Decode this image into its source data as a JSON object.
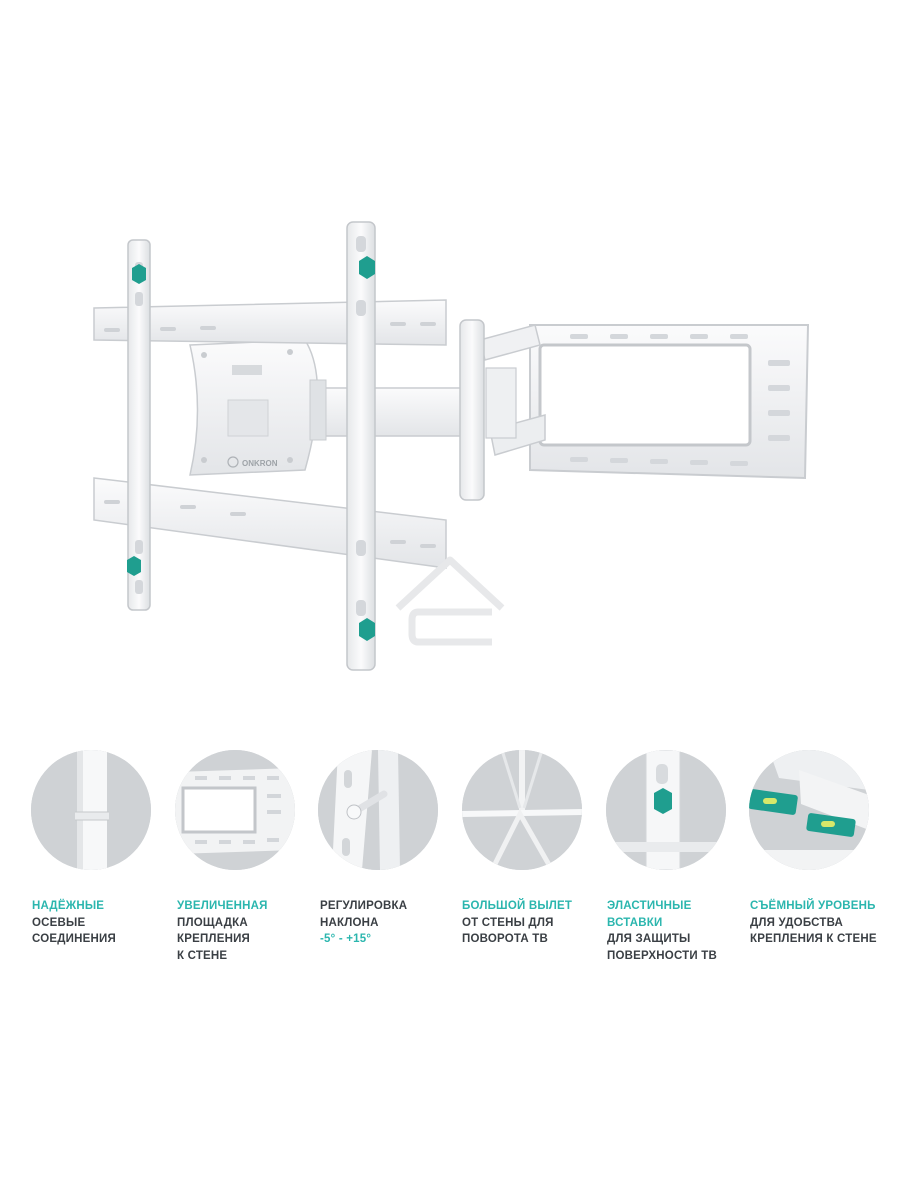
{
  "colors": {
    "accent": "#2bb6ae",
    "text": "#3a3f44",
    "circle_bg": "#cfd2d5",
    "bracket": "#f4f5f6",
    "bracket_edge": "#c9ccd0",
    "insert": "#1f9e8f"
  },
  "hero": {
    "brand": "ONKRON",
    "watermark_icon": "house-watermark-icon"
  },
  "features": [
    {
      "icon": "pivot-joint-closeup",
      "lines": [
        {
          "text": "НАДЁЖНЫЕ",
          "accent": true
        },
        {
          "text": "ОСЕВЫЕ",
          "accent": false
        },
        {
          "text": "СОЕДИНЕНИЯ",
          "accent": false
        }
      ]
    },
    {
      "icon": "wall-plate-closeup",
      "lines": [
        {
          "text": "УВЕЛИЧЕННАЯ",
          "accent": true
        },
        {
          "text": "ПЛОЩАДКА",
          "accent": false
        },
        {
          "text": "КРЕПЛЕНИЯ",
          "accent": false
        },
        {
          "text": "К СТЕНЕ",
          "accent": false
        }
      ]
    },
    {
      "icon": "tilt-mechanism-closeup",
      "lines": [
        {
          "text": "РЕГУЛИРОВКА",
          "accent": false
        },
        {
          "text": "НАКЛОНА",
          "accent": false
        },
        {
          "text": "-5° - +15°",
          "accent": true
        }
      ]
    },
    {
      "icon": "extension-arm-closeup",
      "lines": [
        {
          "text": "БОЛЬШОЙ ВЫЛЕТ",
          "accent": true
        },
        {
          "text": "ОТ СТЕНЫ ДЛЯ",
          "accent": false
        },
        {
          "text": "ПОВОРОТА ТВ",
          "accent": false
        }
      ]
    },
    {
      "icon": "elastic-insert-closeup",
      "lines": [
        {
          "text": "ЭЛАСТИЧНЫЕ",
          "accent": true
        },
        {
          "text": "ВСТАВКИ",
          "accent": true
        },
        {
          "text": "ДЛЯ ЗАЩИТЫ",
          "accent": false
        },
        {
          "text": "ПОВЕРХНОСТИ ТВ",
          "accent": false
        }
      ]
    },
    {
      "icon": "spirit-level-closeup",
      "lines": [
        {
          "text": "СЪЁМНЫЙ УРОВЕНЬ",
          "accent": true
        },
        {
          "text": "ДЛЯ УДОБСТВА",
          "accent": false
        },
        {
          "text": "КРЕПЛЕНИЯ К СТЕНЕ",
          "accent": false
        }
      ]
    }
  ]
}
